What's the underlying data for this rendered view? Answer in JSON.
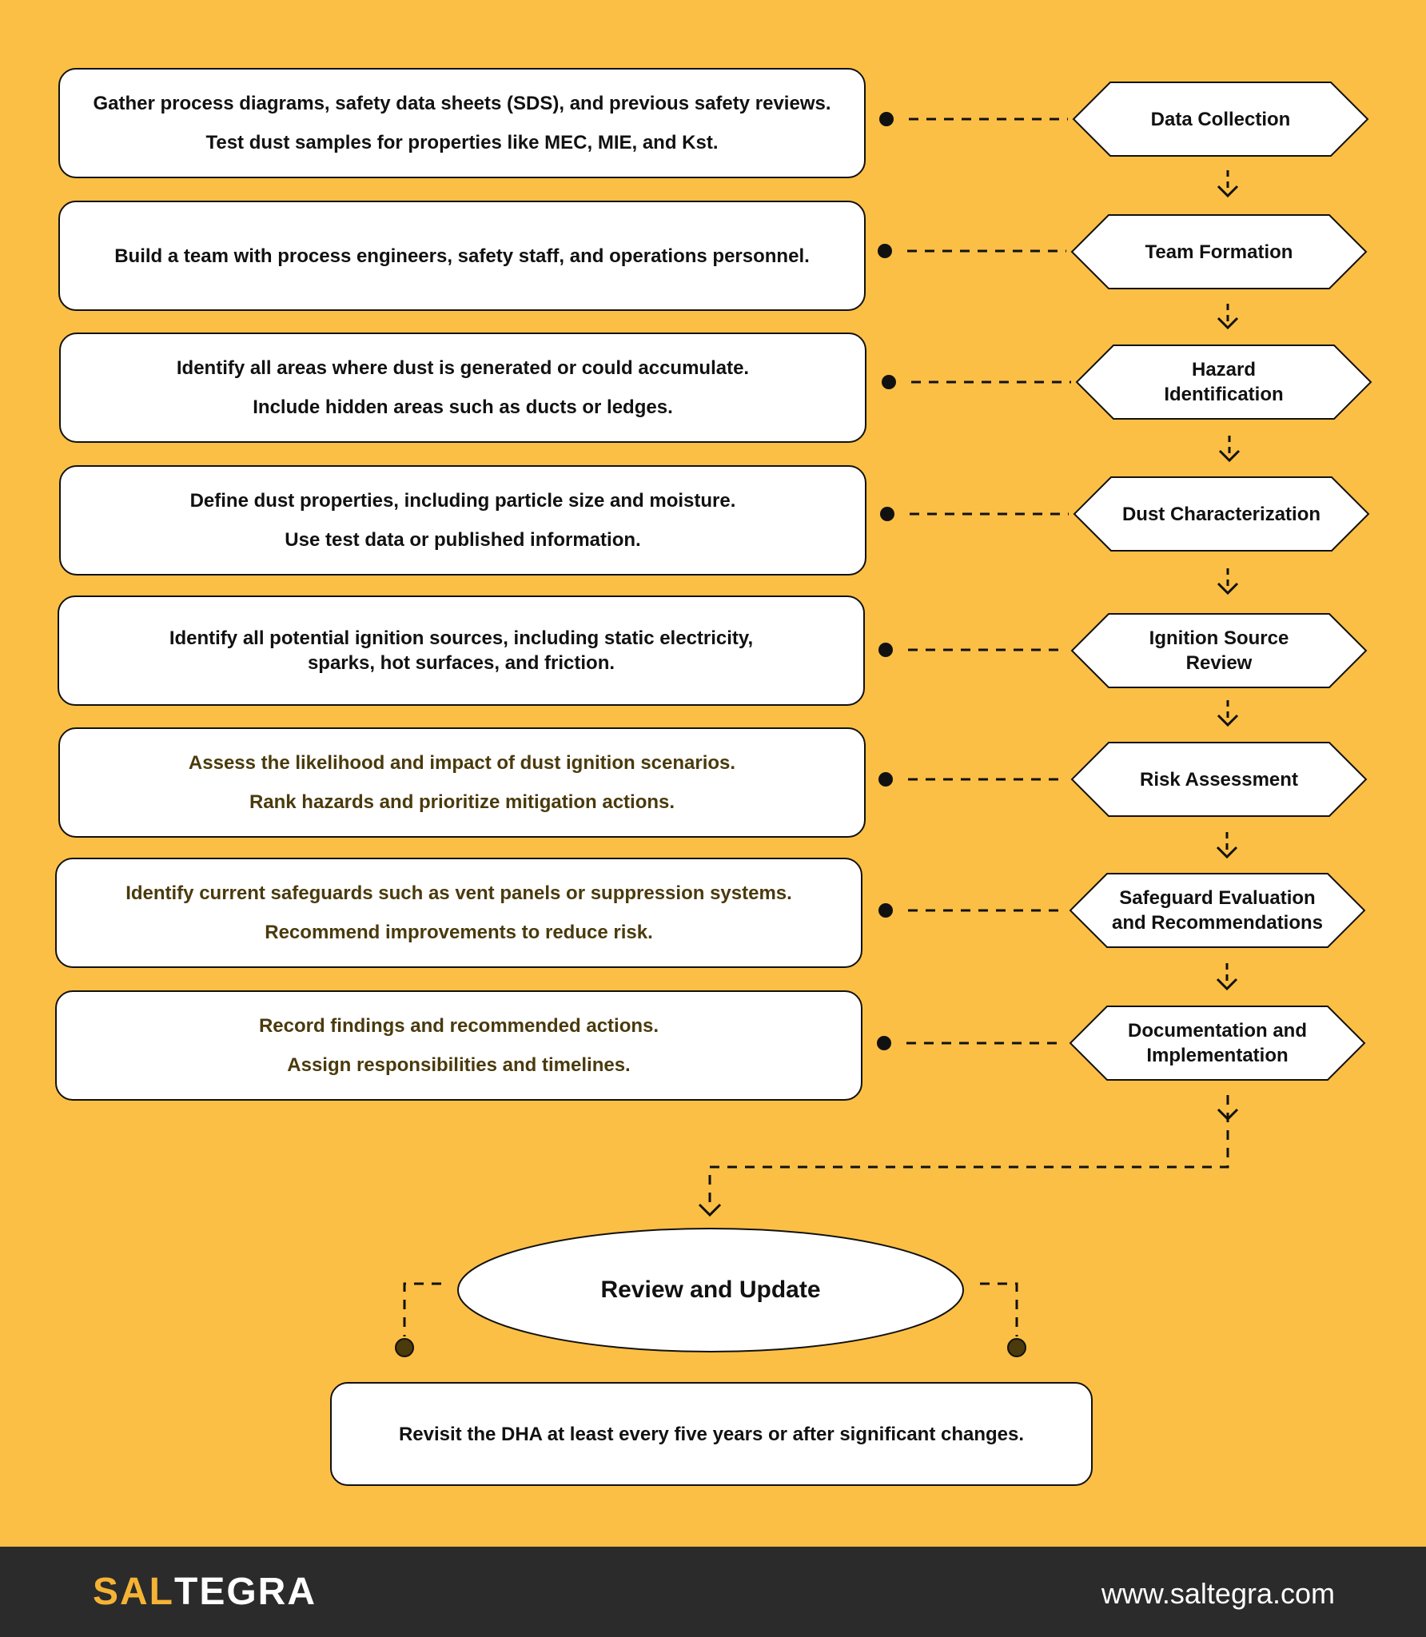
{
  "colors": {
    "background": "#FBBF45",
    "box_fill": "#ffffff",
    "outline": "#111111",
    "olive_text": "#4A3A0C",
    "footer": "#2B2B2B",
    "logo_accent": "#F5B335"
  },
  "steps": [
    {
      "title": "Data Collection",
      "lines": [
        "Gather process diagrams, safety data sheets (SDS), and previous safety reviews.",
        "Test dust samples for properties like MEC, MIE, and Kst."
      ]
    },
    {
      "title": "Team Formation",
      "lines": [
        "Build a team with process engineers, safety staff, and operations personnel."
      ]
    },
    {
      "title": "Hazard Identification",
      "lines": [
        "Identify all areas where dust is generated or could accumulate.",
        "Include hidden areas such as ducts or ledges."
      ]
    },
    {
      "title": "Dust Characterization",
      "lines": [
        "Define dust properties, including particle size and moisture.",
        "Use test data or published information."
      ]
    },
    {
      "title": "Ignition Source Review",
      "lines": [
        "Identify all potential ignition sources, including static electricity, sparks, hot surfaces, and friction."
      ]
    },
    {
      "title": "Risk Assessment",
      "lines": [
        "Assess the likelihood and impact of dust ignition scenarios.",
        "Rank hazards and prioritize mitigation actions."
      ]
    },
    {
      "title": "Safeguard Evaluation and Recommendations",
      "lines": [
        "Identify current safeguards such as vent panels or suppression systems.",
        "Recommend improvements to reduce risk."
      ]
    },
    {
      "title": "Documentation and Implementation",
      "lines": [
        "Record findings and recommended actions.",
        "Assign responsibilities and timelines."
      ]
    }
  ],
  "final": {
    "title": "Review and Update",
    "text": "Revisit the DHA at least every five years or after significant changes."
  },
  "footer": {
    "logo_part1": "SAL",
    "logo_part2": "TEGRA",
    "website": "www.saltegra.com"
  }
}
